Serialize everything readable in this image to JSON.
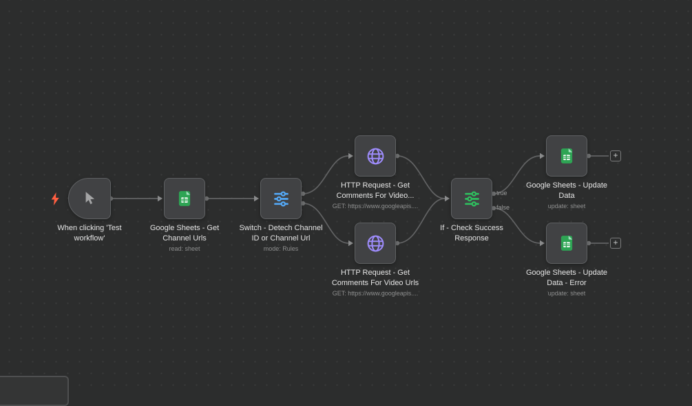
{
  "app": {
    "name": "workflow-editor-canvas"
  },
  "colors": {
    "canvas-bg": "#2c2d2d",
    "node-bg": "#414244",
    "node-border": "#5f6163",
    "edge-gray": "#626364",
    "text-primary": "#e6e6e6",
    "text-secondary": "#8f9090",
    "sheets-green": "#2EA454",
    "http-purple": "#9e8cfc",
    "switch-blue": "#54a9f7",
    "if-green": "#2fc05f",
    "zap-orange": "#ff5e41"
  },
  "nodes": [
    {
      "id": "trigger",
      "type": "manual-trigger",
      "title": "When clicking 'Test workflow'",
      "subtitle": ""
    },
    {
      "id": "sheets-get",
      "type": "google-sheets",
      "title": "Google Sheets - Get Channel Urls",
      "subtitle": "read: sheet"
    },
    {
      "id": "switch",
      "type": "switch",
      "title": "Switch - Detech Channel ID or Channel Url",
      "subtitle": "mode: Rules"
    },
    {
      "id": "http-video-id",
      "type": "http-request",
      "title": "HTTP Request - Get Comments For Video...",
      "subtitle": "GET: https://www.googleapis...."
    },
    {
      "id": "http-video-urls",
      "type": "http-request",
      "title": "HTTP Request - Get Comments For Video Urls",
      "subtitle": "GET: https://www.googleapis...."
    },
    {
      "id": "if-check",
      "type": "if",
      "title": "If - Check Success Response",
      "subtitle": "",
      "outputs": [
        "true",
        "false"
      ]
    },
    {
      "id": "sheets-update",
      "type": "google-sheets",
      "title": "Google Sheets - Update Data",
      "subtitle": "update: sheet"
    },
    {
      "id": "sheets-update-error",
      "type": "google-sheets",
      "title": "Google Sheets - Update Data - Error",
      "subtitle": "update: sheet"
    }
  ],
  "edges": [
    {
      "from": "trigger",
      "to": "sheets-get"
    },
    {
      "from": "sheets-get",
      "to": "switch"
    },
    {
      "from": "switch",
      "to": "http-video-id"
    },
    {
      "from": "switch",
      "to": "http-video-urls"
    },
    {
      "from": "http-video-id",
      "to": "if-check"
    },
    {
      "from": "http-video-urls",
      "to": "if-check"
    },
    {
      "from": "if-check",
      "to": "sheets-update",
      "label": "true"
    },
    {
      "from": "if-check",
      "to": "sheets-update-error",
      "label": "false"
    }
  ],
  "ui": {
    "plus_label": "+"
  }
}
